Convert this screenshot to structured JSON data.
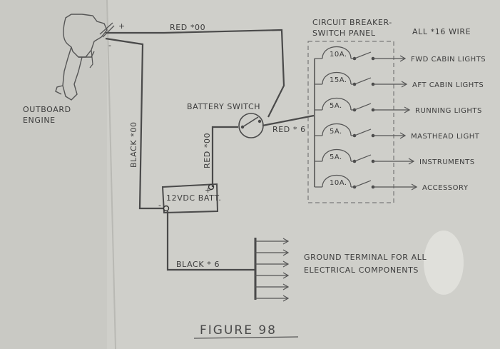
{
  "engine": {
    "label_line1": "OUTBOARD",
    "label_line2": "ENGINE",
    "plus": "+",
    "minus": "-"
  },
  "wires": {
    "red_main": "RED *00",
    "black_main": "BLACK *00",
    "red_batt": "RED *00",
    "red_panel": "RED * 6",
    "black_ground": "BLACK * 6"
  },
  "battery": {
    "label": "12VDC BATT.",
    "plus": "+",
    "minus": "-"
  },
  "battery_switch": {
    "label": "BATTERY SWITCH"
  },
  "panel": {
    "title_line1": "CIRCUIT BREAKER-",
    "title_line2": "SWITCH PANEL",
    "wire_note": "ALL *16 WIRE",
    "circuits": [
      {
        "rating": "10A.",
        "load": "FWD CABIN LIGHTS"
      },
      {
        "rating": "15A.",
        "load": "AFT CABIN LIGHTS"
      },
      {
        "rating": "5A.",
        "load": "RUNNING LIGHTS"
      },
      {
        "rating": "5A.",
        "load": "MASTHEAD LIGHT"
      },
      {
        "rating": "5A.",
        "load": "INSTRUMENTS"
      },
      {
        "rating": "10A.",
        "load": "ACCESSORY"
      }
    ]
  },
  "ground": {
    "label_line1": "GROUND TERMINAL FOR ALL",
    "label_line2": "ELECTRICAL COMPONENTS"
  },
  "figure_caption": "FIGURE 98"
}
